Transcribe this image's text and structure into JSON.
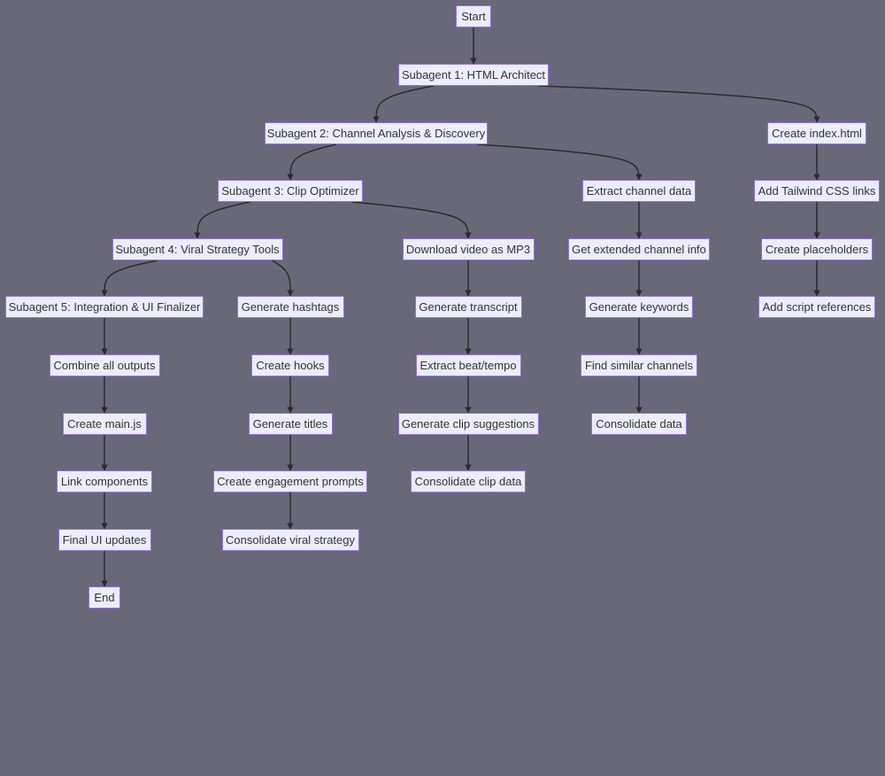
{
  "diagram": {
    "nodes": {
      "start": "Start",
      "sub1": "Subagent 1: HTML Architect",
      "sub2": "Subagent 2: Channel Analysis & Discovery",
      "create_index": "Create index.html",
      "sub3": "Subagent 3: Clip Optimizer",
      "extract_channel": "Extract channel data",
      "add_tailwind": "Add Tailwind CSS links",
      "sub4": "Subagent 4: Viral Strategy Tools",
      "download_mp3": "Download video as MP3",
      "extended_info": "Get extended channel info",
      "create_placeholders": "Create placeholders",
      "sub5": "Subagent 5: Integration & UI Finalizer",
      "gen_hashtags": "Generate hashtags",
      "gen_transcript": "Generate transcript",
      "gen_keywords": "Generate keywords",
      "add_script_refs": "Add script references",
      "combine_outputs": "Combine all outputs",
      "create_hooks": "Create hooks",
      "extract_beat": "Extract beat/tempo",
      "find_similar": "Find similar channels",
      "create_mainjs": "Create main.js",
      "gen_titles": "Generate titles",
      "gen_clip_suggestions": "Generate clip suggestions",
      "consolidate_data": "Consolidate data",
      "link_components": "Link components",
      "engagement_prompts": "Create engagement prompts",
      "consolidate_clip": "Consolidate clip data",
      "final_ui": "Final UI updates",
      "consolidate_viral": "Consolidate viral strategy",
      "end": "End"
    },
    "edges": [
      [
        "start",
        "sub1"
      ],
      [
        "sub1",
        "sub2"
      ],
      [
        "sub1",
        "create_index"
      ],
      [
        "sub2",
        "sub3"
      ],
      [
        "sub2",
        "extract_channel"
      ],
      [
        "create_index",
        "add_tailwind"
      ],
      [
        "sub3",
        "sub4"
      ],
      [
        "sub3",
        "download_mp3"
      ],
      [
        "extract_channel",
        "extended_info"
      ],
      [
        "add_tailwind",
        "create_placeholders"
      ],
      [
        "sub4",
        "sub5"
      ],
      [
        "sub4",
        "gen_hashtags"
      ],
      [
        "download_mp3",
        "gen_transcript"
      ],
      [
        "extended_info",
        "gen_keywords"
      ],
      [
        "create_placeholders",
        "add_script_refs"
      ],
      [
        "sub5",
        "combine_outputs"
      ],
      [
        "gen_hashtags",
        "create_hooks"
      ],
      [
        "gen_transcript",
        "extract_beat"
      ],
      [
        "gen_keywords",
        "find_similar"
      ],
      [
        "combine_outputs",
        "create_mainjs"
      ],
      [
        "create_hooks",
        "gen_titles"
      ],
      [
        "extract_beat",
        "gen_clip_suggestions"
      ],
      [
        "find_similar",
        "consolidate_data"
      ],
      [
        "create_mainjs",
        "link_components"
      ],
      [
        "gen_titles",
        "engagement_prompts"
      ],
      [
        "gen_clip_suggestions",
        "consolidate_clip"
      ],
      [
        "link_components",
        "final_ui"
      ],
      [
        "engagement_prompts",
        "consolidate_viral"
      ],
      [
        "final_ui",
        "end"
      ]
    ],
    "colors": {
      "background": "#686879",
      "node_fill": "#ECECFF",
      "node_border": "#9370DB",
      "node_text": "#333333",
      "edge": "#2B2B2B"
    }
  }
}
